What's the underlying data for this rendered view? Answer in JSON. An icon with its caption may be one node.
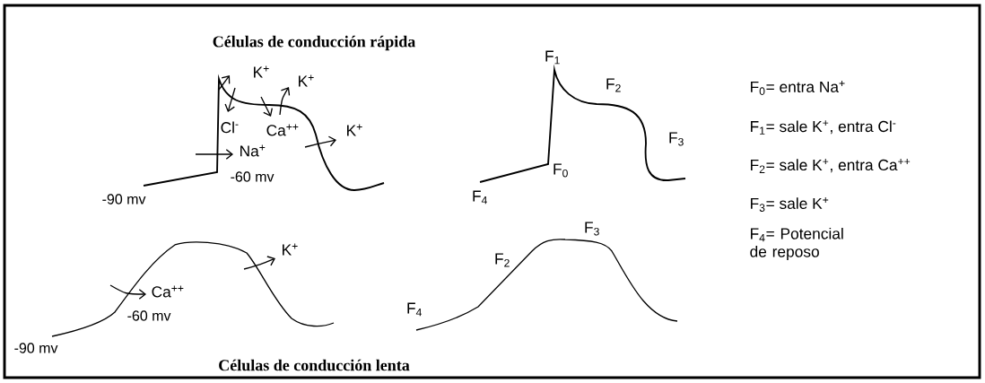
{
  "diagram": {
    "labels": [
      "Células de conducción rápida",
      "K$^{+}$",
      "F$_{1}$",
      "K$^{+}$",
      "F$_{2}$",
      "F$_{0}$= entra Na$^{+}$",
      "Cl$^{-}$",
      "Ca$^{++}$",
      "K$^{+}$",
      "F$_{1}$= sale K$^{+}$, entra Cl$^{-}$",
      "F$_{3}$",
      "Na$^{+}$",
      "F$_{0}$",
      "-60 mv",
      "F$_{2}$= sale K$^{+}$, entra Ca$^{++}$",
      "-90 mv",
      "F$_{4}$",
      "F$_{3}$",
      "F$_{3}$= sale K$^{+}$",
      "K$^{+}$",
      "F$_{2}$",
      "F$_{4}$= Potencial de reposo",
      "Ca$^{++}$",
      "F$_{4}$",
      "-60 mv",
      "-90 mv",
      "Células de conducción lenta"
    ]
  }
}
